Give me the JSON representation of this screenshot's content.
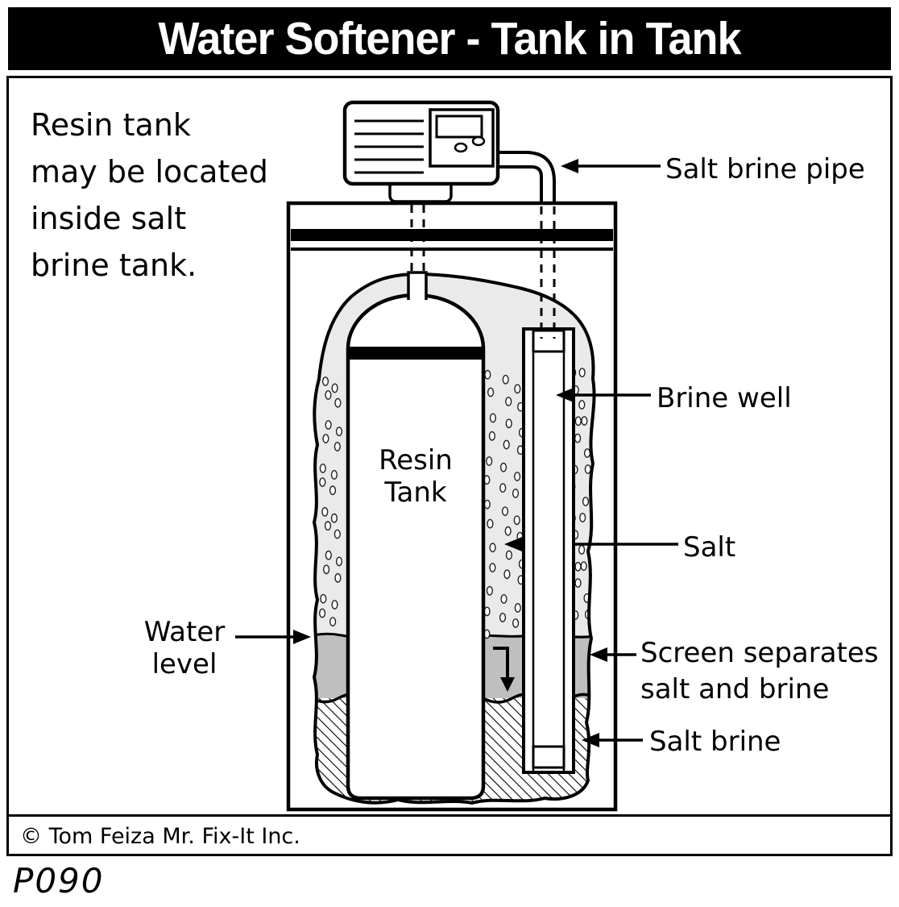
{
  "title": "Water Softener - Tank in Tank",
  "note": "Resin tank\nmay be located\ninside salt\nbrine tank.",
  "diagram_labels": {
    "salt_brine_pipe": "Salt brine pipe",
    "brine_well": "Brine well",
    "salt": "Salt",
    "water_level": "Water\nlevel",
    "screen_separates": "Screen separates\nsalt and brine",
    "salt_brine": "Salt brine",
    "resin_tank": "Resin\nTank"
  },
  "footer": {
    "copyright": "© Tom Feiza Mr. Fix-It Inc.",
    "code": "P090"
  },
  "colors": {
    "ink": "#000000",
    "paper": "#ffffff",
    "salt_fill": "#eaeaea",
    "water_band": "#bfbfbf"
  }
}
